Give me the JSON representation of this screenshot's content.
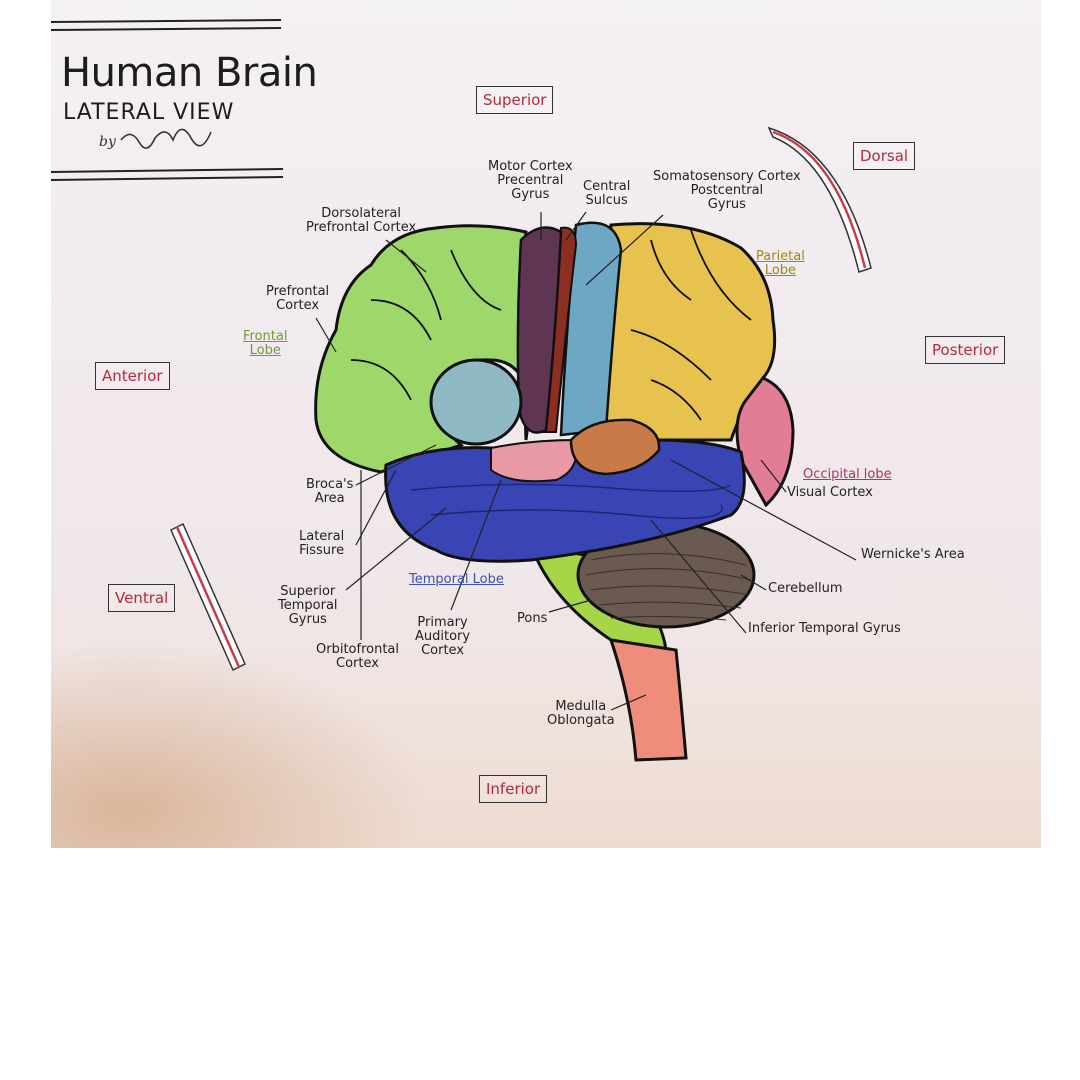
{
  "title": {
    "main": "Human Brain",
    "sub": "LATERAL VIEW",
    "by": "by"
  },
  "directions": {
    "superior": "Superior",
    "inferior": "Inferior",
    "anterior": "Anterior",
    "posterior": "Posterior",
    "dorsal": "Dorsal",
    "ventral": "Ventral"
  },
  "lobes": {
    "frontal": "Frontal\nLobe",
    "parietal": "Parietal\nLobe",
    "occipital": "Occipital lobe",
    "temporal": "Temporal Lobe"
  },
  "labels": {
    "motor_cortex": "Motor Cortex\nPrecentral\nGyrus",
    "central_sulcus": "Central\nSulcus",
    "somatosensory": "Somatosensory Cortex\nPostcentral\nGyrus",
    "dorsolateral": "Dorsolateral\nPrefrontal Cortex",
    "prefrontal": "Prefrontal\nCortex",
    "brocas": "Broca's\nArea",
    "lateral_fissure": "Lateral\nFissure",
    "superior_temporal": "Superior\nTemporal\nGyrus",
    "orbitofrontal": "Orbitofrontal\nCortex",
    "primary_auditory": "Primary\nAuditory\nCortex",
    "pons": "Pons",
    "medulla": "Medulla\nOblongata",
    "visual_cortex": "Visual Cortex",
    "wernickes": "Wernicke's Area",
    "cerebellum": "Cerebellum",
    "inferior_temporal": "Inferior Temporal Gyrus"
  },
  "colors": {
    "frontal": "#9fd86a",
    "motor": "#5e3654",
    "central_sulcus": "#8c2e22",
    "somatosensory": "#6ea7c4",
    "parietal": "#e8c24e",
    "occipital": "#e27d96",
    "temporal": "#3a45b5",
    "wernicke": "#c87a48",
    "auditory": "#e79aa6",
    "broca": "#8fbac4",
    "cerebellum": "#6a5a50",
    "pons": "#a6d548",
    "medulla": "#ee8d7c",
    "direction_text": "#b32a3a",
    "frontal_label": "#6f9c33",
    "parietal_label": "#9c8a12",
    "occipital_label": "#b0336b",
    "temporal_label": "#3a52b3"
  }
}
